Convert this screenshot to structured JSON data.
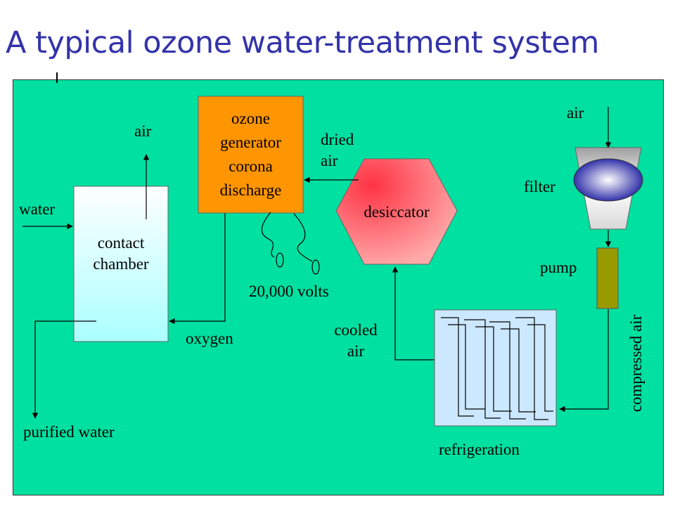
{
  "title": "A typical ozone water-treatment system",
  "components": {
    "contact_chamber": {
      "line1": "contact",
      "line2": "chamber"
    },
    "ozone_generator": {
      "line1": "ozone",
      "line2": "generator",
      "line3": "corona",
      "line4": "discharge"
    },
    "desiccator": "desiccator",
    "filter": "filter",
    "pump": "pump",
    "refrigeration": "refrigeration"
  },
  "flows": {
    "water_in": "water",
    "air_out": "air",
    "purified_water": "purified water",
    "oxygen": "oxygen",
    "dried_air": {
      "line1": "dried",
      "line2": "air"
    },
    "voltage": "20,000 volts",
    "air_intake": "air",
    "cooled_air": {
      "line1": "cooled",
      "line2": "air"
    },
    "compressed_air": "compressed air"
  },
  "colors": {
    "title": "#3333aa",
    "background": "#00e0a0",
    "ozone_generator": "#ff9500",
    "desiccator_light": "#ffaaaa",
    "desiccator_dark": "#ff3344",
    "pump": "#999900",
    "refrigeration": "#cce8ff",
    "contact_chamber_top": "#ffffff",
    "contact_chamber_bottom": "#aaffff"
  }
}
